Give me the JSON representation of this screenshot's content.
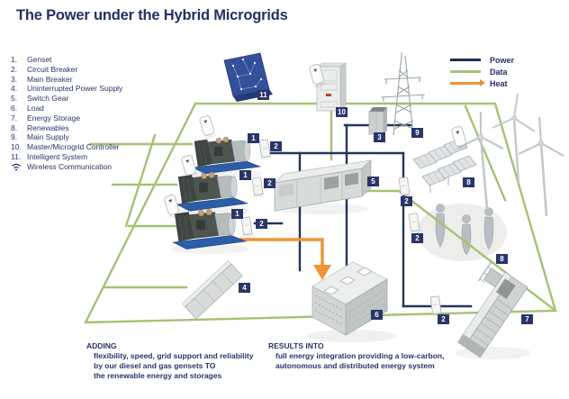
{
  "title": "The Power under the Hybrid Microgrids",
  "component_list": [
    {
      "num": "1.",
      "label": "Genset"
    },
    {
      "num": "2.",
      "label": "Circuit Breaker"
    },
    {
      "num": "3.",
      "label": "Main Breaker"
    },
    {
      "num": "4.",
      "label": "Uninterrupted Power Supply"
    },
    {
      "num": "5.",
      "label": "Switch Gear"
    },
    {
      "num": "6.",
      "label": "Load"
    },
    {
      "num": "7.",
      "label": "Energy Storage"
    },
    {
      "num": "8.",
      "label": "Renewables"
    },
    {
      "num": "9.",
      "label": "Main Supply"
    },
    {
      "num": "10.",
      "label": "Master/Microgrid Controller"
    },
    {
      "num": "11.",
      "label": "Intelligent System"
    },
    {
      "num": "",
      "label": "Wireless Communication",
      "icon": "wifi-icon"
    }
  ],
  "legend": {
    "power_label": "Power",
    "data_label": "Data",
    "heat_label": "Heat",
    "power_color": "#1e2c4f",
    "data_color": "#a6c173",
    "heat_color": "#ee9333"
  },
  "diagram": {
    "badges": [
      "1",
      "2",
      "1",
      "2",
      "1",
      "2",
      "11",
      "10",
      "3",
      "9",
      "5",
      "2",
      "8",
      "2",
      "8",
      "4",
      "6",
      "2",
      "7"
    ]
  },
  "footer": {
    "adding_title": "ADDING",
    "adding_line1": "flexibility, speed, grid support and reliability",
    "adding_line2": "by our diesel and gas gensets TO",
    "adding_line3": "the renewable energy and storages",
    "results_title": "RESULTS INTO",
    "results_line1": "full energy integration providing a low-carbon,",
    "results_line2": "autonomous and distributed energy system"
  },
  "colors": {
    "title_navy": "#252f63",
    "badge_navy": "#2a3568",
    "power_line": "#24355f",
    "data_line": "#a6c173",
    "heat_line": "#ee9333"
  }
}
